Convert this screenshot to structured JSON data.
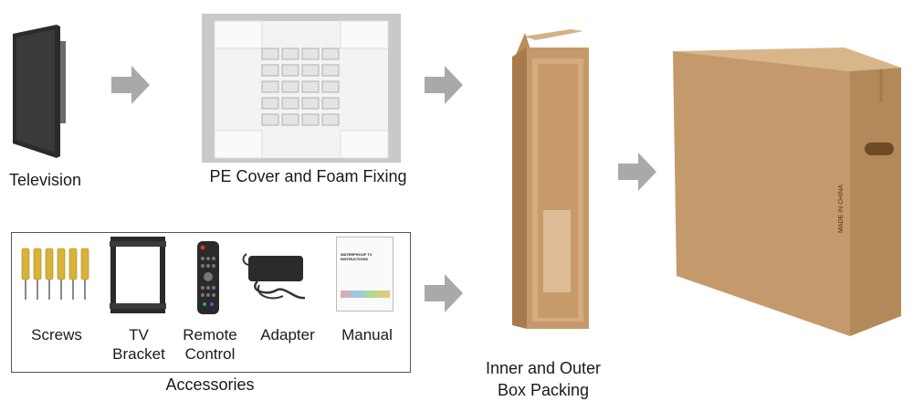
{
  "steps": {
    "television": "Television",
    "pe_cover": "PE Cover and Foam Fixing",
    "accessories": "Accessories",
    "box_packing_line1": "Inner and Outer",
    "box_packing_line2": "Box Packing"
  },
  "accessories_items": [
    {
      "label": "Screws"
    },
    {
      "label": "TV\nBracket"
    },
    {
      "label": "Remote\nControl"
    },
    {
      "label": "Adapter"
    },
    {
      "label": "Manual"
    }
  ],
  "manual_cover": {
    "title_line1": "WATERPROOF TV",
    "title_line2": "INSTRUCTIONS"
  },
  "box_print": "MADE IN CHINA",
  "colors": {
    "arrow": "#a9a9a9",
    "cardboard": "#c49a6c",
    "cardboard_dark": "#a77b4c",
    "foam": "#f4f4f4",
    "screw_gold": "#d9b23a"
  }
}
